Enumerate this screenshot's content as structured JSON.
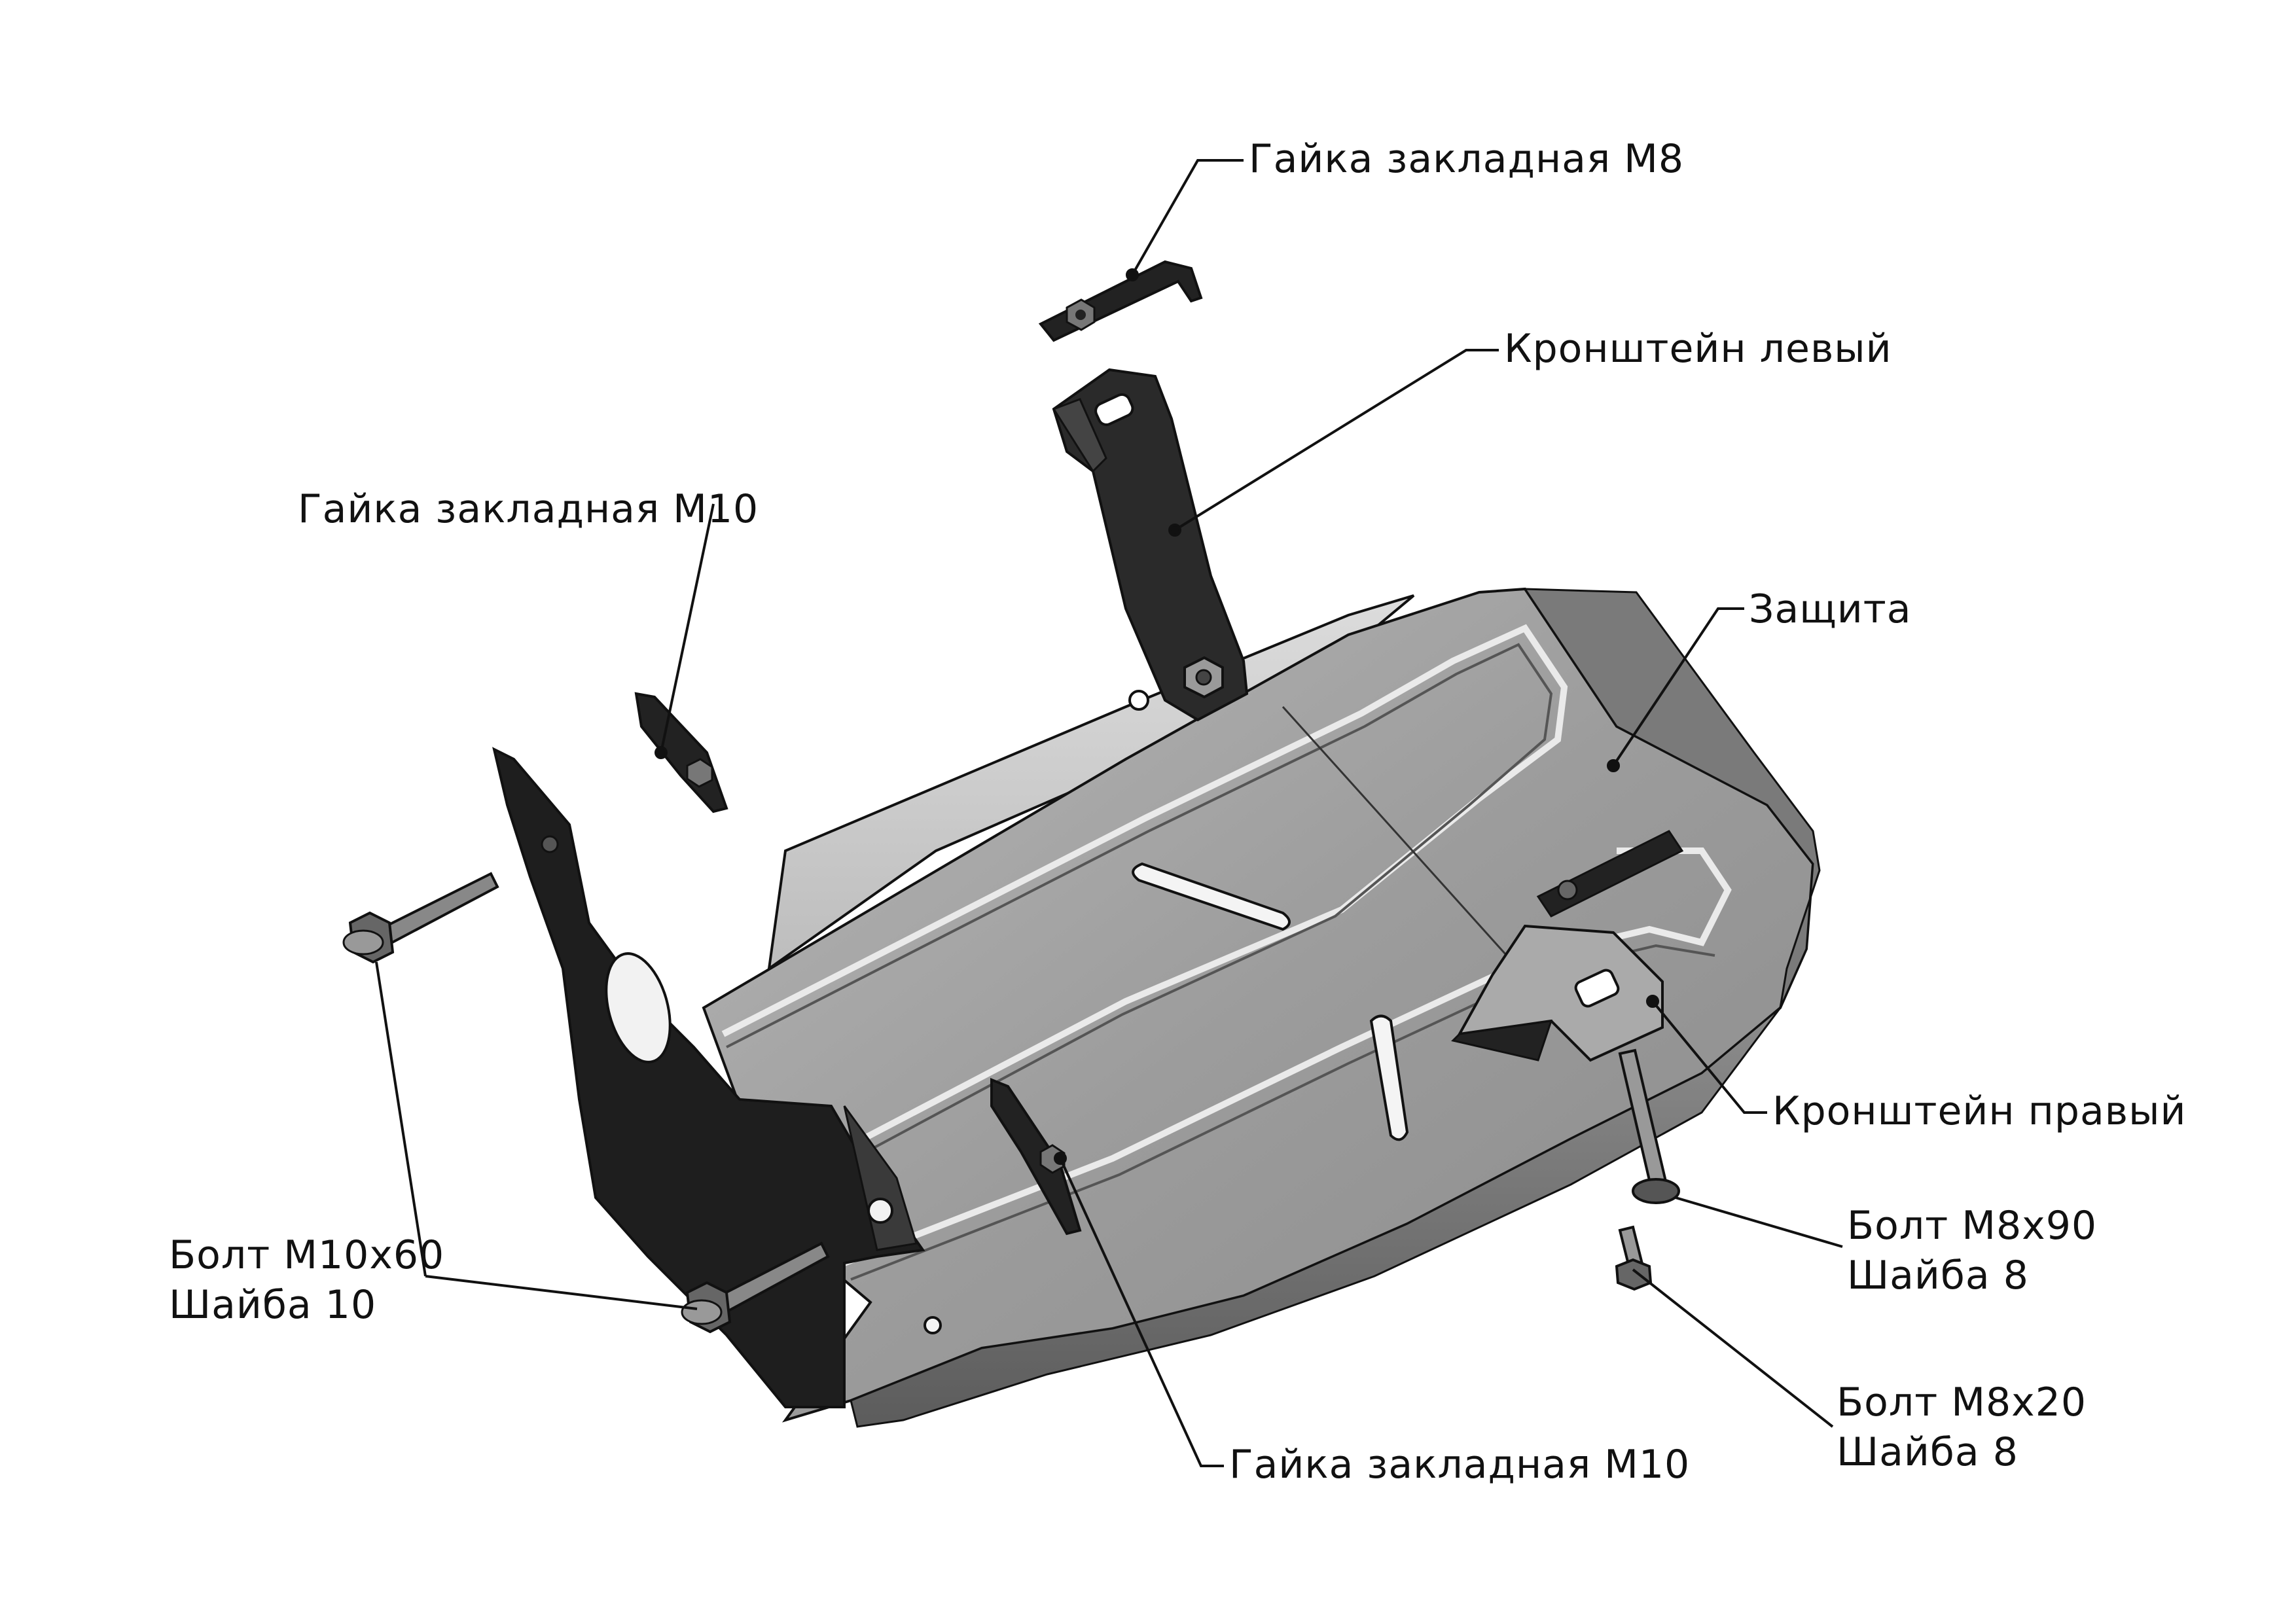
{
  "labels": {
    "nut_m8": "Гайка закладная М8",
    "bracket_left": "Кронштейн левый",
    "nut_m10_top": "Гайка закладная М10",
    "guard": "Защита",
    "bracket_right": "Кронштейн правый",
    "bolt_m10_line1": "Болт М10х60",
    "bolt_m10_line2": "Шайба 10",
    "bolt_m8x90_line1": "Болт М8х90",
    "bolt_m8x90_line2": "Шайба 8",
    "bolt_m8x20_line1": "Болт М8х20",
    "bolt_m8x20_line2": "Шайба 8",
    "nut_m10_bottom": "Гайка закладная М10"
  },
  "colors": {
    "line": "#111111",
    "guard_top": "#9a9a9a",
    "guard_light": "#c4c4c4",
    "guard_dark": "#6e6e6e",
    "bracket": "#222222",
    "background": "#ffffff"
  }
}
